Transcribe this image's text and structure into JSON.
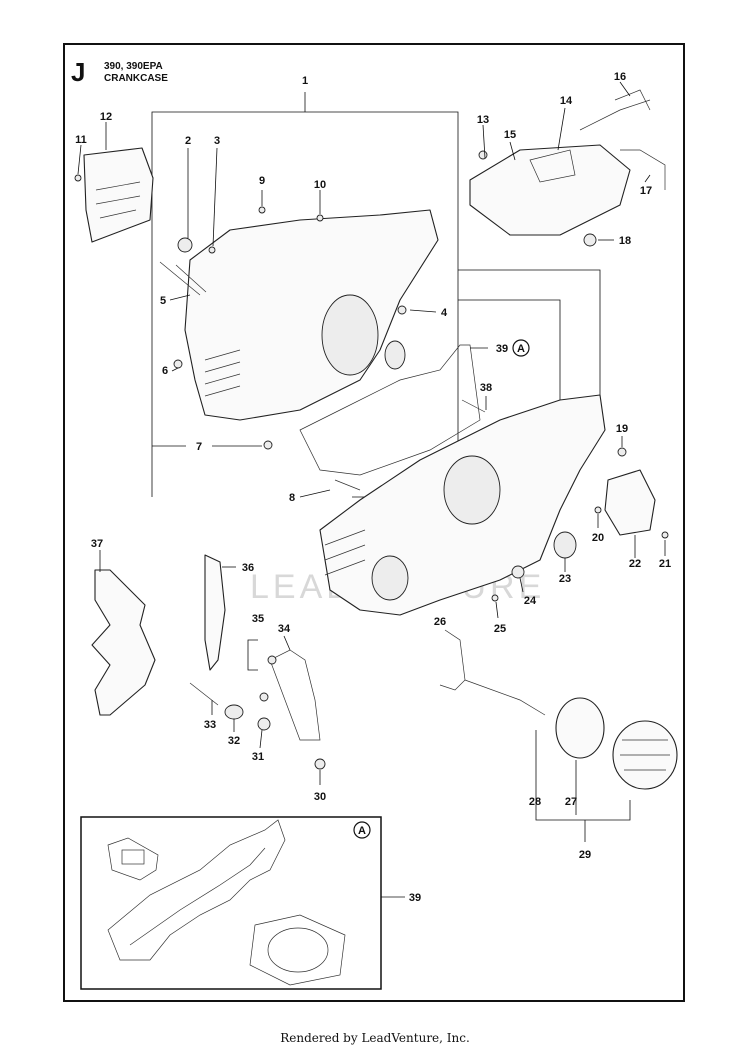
{
  "header": {
    "section_letter": "J",
    "models": "390, 390EPA",
    "title": "CRANKCASE"
  },
  "watermark": "LEADVENTURE",
  "callouts": [
    "1",
    "2",
    "3",
    "4",
    "5",
    "6",
    "7",
    "8",
    "9",
    "10",
    "11",
    "12",
    "13",
    "14",
    "15",
    "16",
    "17",
    "18",
    "19",
    "20",
    "21",
    "22",
    "23",
    "24",
    "25",
    "26",
    "27",
    "28",
    "29",
    "30",
    "31",
    "32",
    "33",
    "34",
    "35",
    "36",
    "37",
    "38",
    "39",
    "39"
  ],
  "inset_marker": "A",
  "inset_label": "39",
  "ref_marker": "A",
  "footer": "Rendered by LeadVenture, Inc."
}
